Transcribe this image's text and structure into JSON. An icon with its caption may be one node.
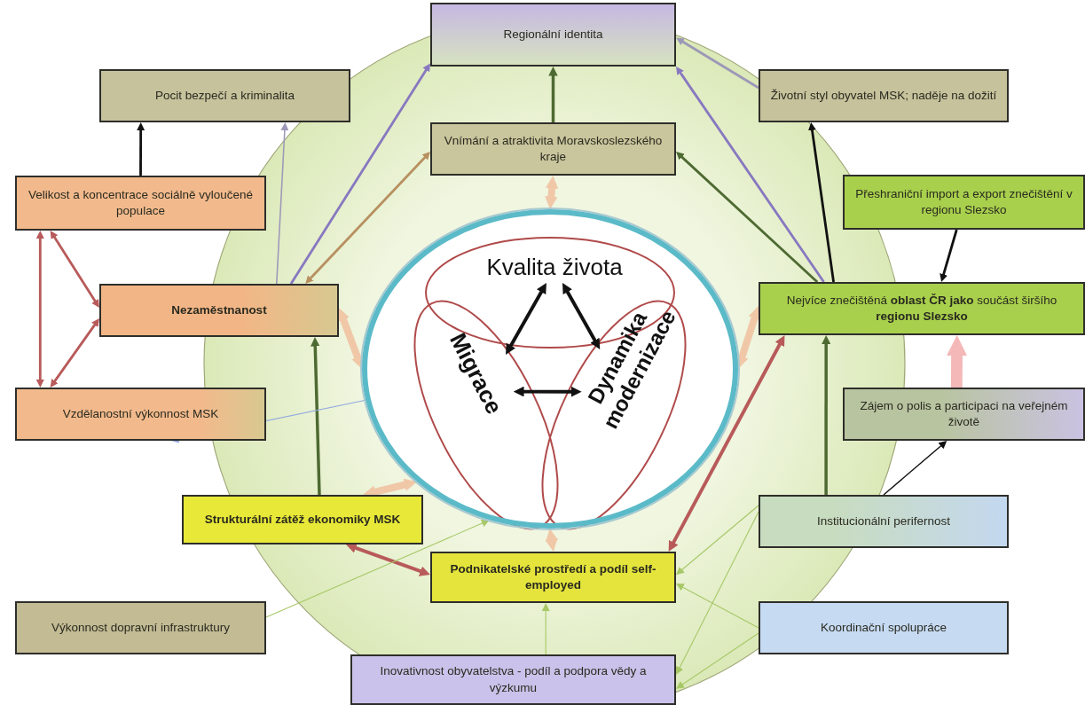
{
  "diagram": {
    "nodes": [
      {
        "text": [
          "Regionální identita"
        ]
      },
      {
        "text": [
          "Pocit bezpečí a kriminalita"
        ]
      },
      {
        "text": [
          "Životní styl obyvatel MSK; naděje na dožití"
        ]
      },
      {
        "text": [
          "Vnímání a atraktivita Moravskoslezského kraje"
        ]
      },
      {
        "text": [
          "Velikost a koncentrace sociálně vyloučené populace"
        ]
      },
      {
        "text": [
          "Přeshraniční import a export znečištění v regionu Slezsko"
        ]
      },
      {
        "text": [
          "Nezaměstnanost"
        ]
      },
      {
        "text": [
          "Nejvíce znečištěná **oblast ČR jako** součást širšího **regionu Slezsko**"
        ]
      },
      {
        "text": [
          "Vzdělanostní výkonnost MSK"
        ]
      },
      {
        "text": [
          "Zájem o polis a participaci na veřejném životě"
        ]
      },
      {
        "text": [
          "Strukturální zátěž ekonomiky MSK"
        ]
      },
      {
        "text": [
          "Institucionální perifernost"
        ]
      },
      {
        "text": [
          "Podnikatelské prostředí a podíl self-employed"
        ]
      },
      {
        "text": [
          "Výkonnost dopravní infrastruktury"
        ]
      },
      {
        "text": [
          "Koordinační spolupráce"
        ]
      },
      {
        "text": [
          "Inovativnost obyvatelstva - podíl a podpora vědy a výzkumu"
        ]
      },
      {
        "text": [],
        "shape": "circle"
      },
      {
        "text": [
          "Kvalita života"
        ],
        "in": 16
      },
      {
        "text": [
          "Migrace"
        ],
        "in": 16
      },
      {
        "text": [
          "Dynamika modernizace"
        ],
        "in": 16
      }
    ],
    "edges": [
      {
        "from": 4,
        "to": 1,
        "arrow": "to"
      },
      {
        "from": 6,
        "to": 1,
        "arrow": "to",
        "color": "#9c98b8"
      },
      {
        "from": 6,
        "to": 0,
        "arrow": "to",
        "color": "#8878c0"
      },
      {
        "from": 6,
        "to": 3,
        "arrow": "both",
        "color": "#b89060"
      },
      {
        "from": 3,
        "to": 0,
        "arrow": "to",
        "color": "#4e6a32"
      },
      {
        "from": 7,
        "to": 0,
        "arrow": "to",
        "color": "#8878c0"
      },
      {
        "from": 2,
        "to": 0,
        "arrow": "to",
        "color": "#9c98b8"
      },
      {
        "from": 7,
        "to": 2,
        "arrow": "to"
      },
      {
        "from": 7,
        "to": 3,
        "arrow": "to",
        "color": "#4e6a32"
      },
      {
        "from": 5,
        "to": 7,
        "arrow": "to"
      },
      {
        "from": 4,
        "to": 6,
        "arrow": "both",
        "color": "#b85a5a"
      },
      {
        "from": 4,
        "to": 8,
        "arrow": "both",
        "color": "#b85a5a"
      },
      {
        "from": 8,
        "to": 6,
        "arrow": "both",
        "color": "#b85a5a"
      },
      {
        "from": 9,
        "to": 7,
        "arrow": "to",
        "style": "thick",
        "color": "#f4b8b8"
      },
      {
        "from": 11,
        "to": 9,
        "arrow": "to"
      },
      {
        "from": 11,
        "to": 7,
        "arrow": "to",
        "color": "#4e6a32"
      },
      {
        "from": 12,
        "to": 7,
        "arrow": "both",
        "color": "#b85a5a"
      },
      {
        "from": 10,
        "to": 12,
        "arrow": "both",
        "color": "#b85a5a"
      },
      {
        "from": 10,
        "to": 6,
        "arrow": "to",
        "color": "#4e6a32"
      },
      {
        "from": 16,
        "to": 8,
        "arrow": "to",
        "color": "#90a8e0"
      },
      {
        "from": 13,
        "to": 16,
        "arrow": "to",
        "color": "#a8c868"
      },
      {
        "from": 11,
        "to": 12,
        "arrow": "to",
        "color": "#a8c868"
      },
      {
        "from": 14,
        "to": 12,
        "arrow": "to",
        "color": "#a8c868"
      },
      {
        "from": 11,
        "to": 15,
        "arrow": "to",
        "color": "#a8c868"
      },
      {
        "from": 14,
        "to": 15,
        "arrow": "to",
        "color": "#a8c868"
      },
      {
        "from": 15,
        "to": 12,
        "arrow": "to",
        "color": "#a8c868"
      },
      {
        "from": 16,
        "to": 3,
        "arrow": "both",
        "style": "thick",
        "color": "#f0c8a8"
      },
      {
        "from": 16,
        "to": 6,
        "arrow": "both",
        "style": "thick",
        "color": "#f0c8a8"
      },
      {
        "from": 16,
        "to": 7,
        "arrow": "both",
        "style": "thick",
        "color": "#f0c8a8"
      },
      {
        "from": 16,
        "to": 10,
        "arrow": "both",
        "style": "thick",
        "color": "#f0c8a8"
      },
      {
        "from": 16,
        "to": 12,
        "arrow": "both",
        "style": "thick",
        "color": "#f0c8a8"
      },
      {
        "from": 17,
        "to": 18,
        "arrow": "both"
      },
      {
        "from": 17,
        "to": 19,
        "arrow": "both"
      },
      {
        "from": 18,
        "to": 19,
        "arrow": "both"
      }
    ]
  }
}
